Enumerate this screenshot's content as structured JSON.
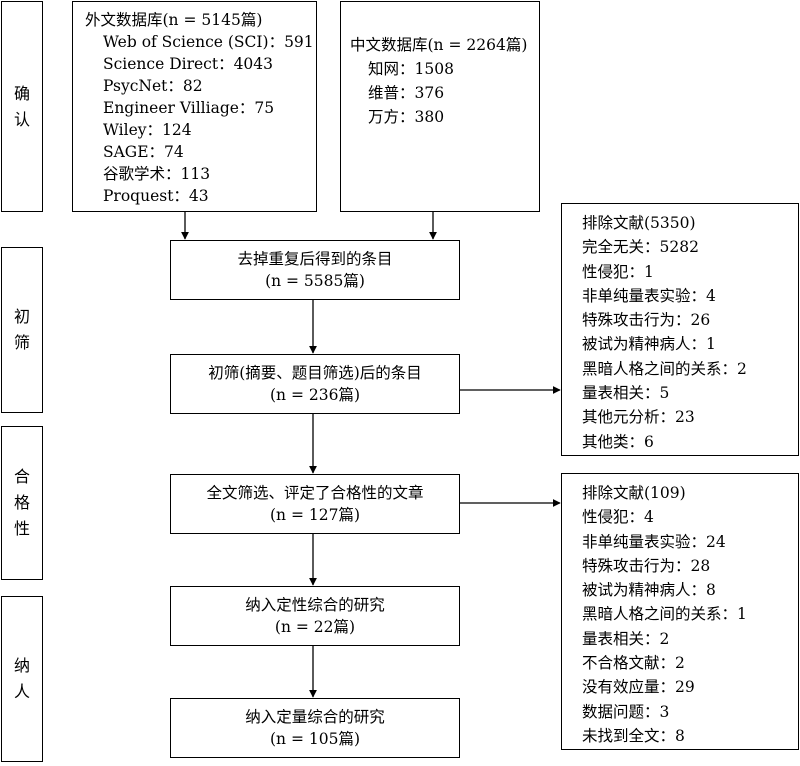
{
  "stages": [
    "确认",
    "初筛",
    "合格性",
    "纳人"
  ],
  "foreign_db": {
    "title": "外文数据库(n = 5145篇)",
    "items": [
      "Web of Science (SCI)：591",
      "Science Direct：4043",
      "PsycNet：82",
      "Engineer Villiage：75",
      "Wiley：124",
      "SAGE：74",
      "谷歌学术：113",
      "Proquest：43"
    ]
  },
  "chinese_db": {
    "title": "中文数据库(n = 2264篇)",
    "items": [
      "知网：1508",
      "维普：376",
      "万方：380"
    ]
  },
  "steps": [
    {
      "label": "去掉重复后得到的条目",
      "count": "(n = 5585篇)"
    },
    {
      "label": "初筛(摘要、题目筛选)后的条目",
      "count": "(n = 236篇)"
    },
    {
      "label": "全文筛选、评定了合格性的文章",
      "count": "(n = 127篇)"
    },
    {
      "label": "纳入定性综合的研究",
      "count": "(n = 22篇)"
    },
    {
      "label": "纳入定量综合的研究",
      "count": "(n = 105篇)"
    }
  ],
  "exclusion1": {
    "title": "排除文献(5350)",
    "items": [
      "完全无关：5282",
      "性侵犯：1",
      "非单纯量表实验：4",
      "特殊攻击行为：26",
      "被试为精神病人：1",
      "黑暗人格之间的关系：2",
      "量表相关：5",
      "其他元分析：23",
      "其他类：6"
    ]
  },
  "exclusion2": {
    "title": "排除文献(109)",
    "items": [
      "性侵犯：4",
      "非单纯量表实验：24",
      "特殊攻击行为：28",
      "被试为精神病人：8",
      "黑暗人格之间的关系：1",
      "量表相关：2",
      "不合格文献：2",
      "没有效应量：29",
      "数据问题：3",
      "未找到全文：8"
    ]
  }
}
